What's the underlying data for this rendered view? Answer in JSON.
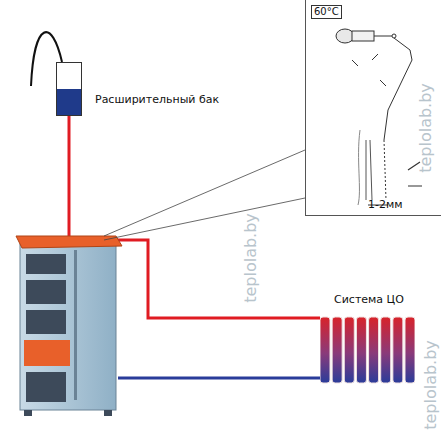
{
  "diagram": {
    "nodes": [
      {
        "text": [
          "Расширительный бак"
        ]
      },
      {
        "text": [
          "Система ЦО"
        ]
      },
      {
        "text": [
          "60°C",
          "1-2мм"
        ]
      }
    ],
    "labels": [
      "teplolab.by",
      "teplolab.by",
      "teplolab.by"
    ]
  }
}
